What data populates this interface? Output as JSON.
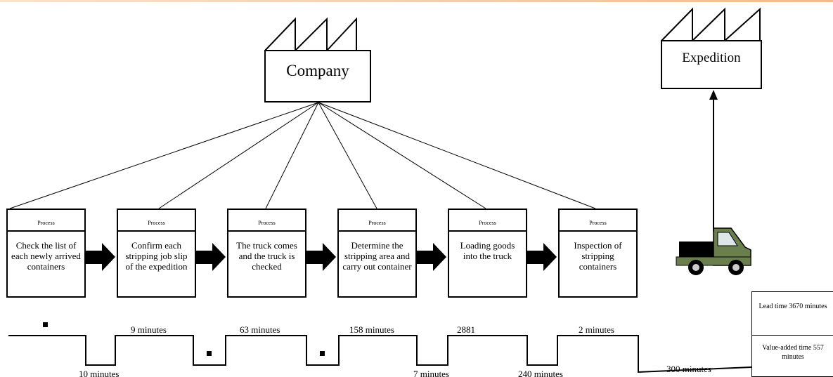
{
  "company": {
    "label": "Company"
  },
  "expedition": {
    "label": "Expedition"
  },
  "processes": [
    {
      "header": "Process",
      "text": "Check the list of each newly arrived containers"
    },
    {
      "header": "Process",
      "text": "Confirm each stripping job slip of the expedition"
    },
    {
      "header": "Process",
      "text": "The truck comes and the truck is checked"
    },
    {
      "header": "Process",
      "text": "Determine the stripping area and carry out container"
    },
    {
      "header": "Process",
      "text": "Loading goods into the truck"
    },
    {
      "header": "Process",
      "text": "Inspection of stripping containers"
    }
  ],
  "timeline": {
    "value_added_times": [
      "9 minutes",
      "63 minutes",
      "158 minutes",
      "2881",
      "2 minutes"
    ],
    "waiting_times": [
      "10 minutes",
      "7 minutes",
      "240 minutes",
      "300 minutes"
    ]
  },
  "summary": {
    "lead_time": "Lead time 3670 minutes",
    "value_added_time": "Value-added time 557 minutes"
  },
  "colors": {
    "truck_body": "#6b7f4e",
    "truck_bed": "#000000"
  }
}
